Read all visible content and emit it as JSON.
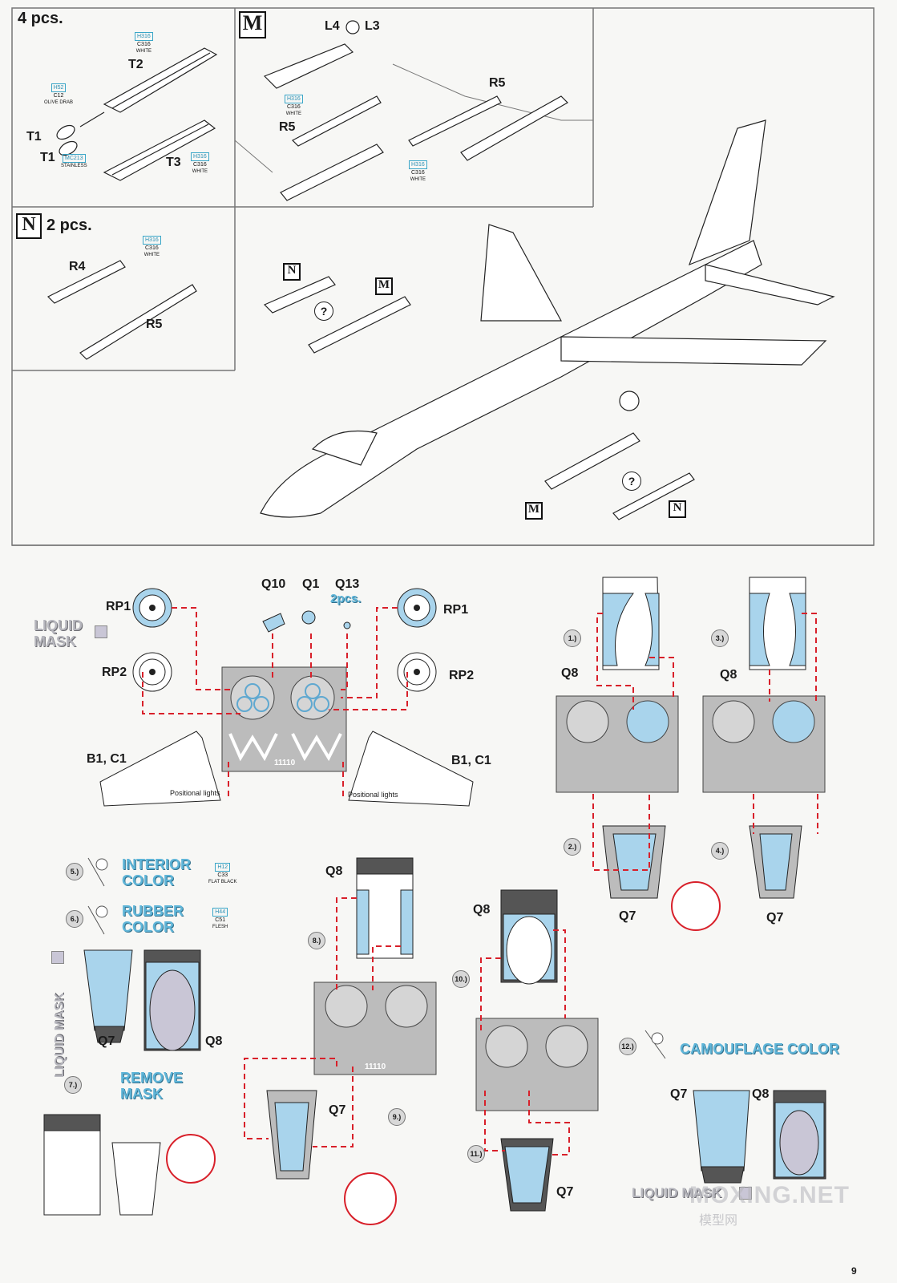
{
  "top": {
    "t_assembly": {
      "count": "4 pcs.",
      "parts": [
        "T2",
        "T1",
        "T1",
        "T3"
      ],
      "paints": [
        {
          "h": "H316",
          "c": "C316",
          "name": "WHITE"
        },
        {
          "h": "H52",
          "c": "C12",
          "name": "OLIVE DRAB"
        },
        {
          "h": "MC213",
          "c": "",
          "name": "STAINLESS"
        },
        {
          "h": "H316",
          "c": "C316",
          "name": "WHITE"
        }
      ]
    },
    "m_assembly": {
      "letter": "M",
      "parts": [
        "L4",
        "L3",
        "R5",
        "R5"
      ],
      "paints": [
        {
          "h": "H316",
          "c": "C316",
          "name": "WHITE"
        },
        {
          "h": "H316",
          "c": "C316",
          "name": "WHITE"
        }
      ]
    },
    "n_assembly": {
      "letter": "N",
      "count": "2 pcs.",
      "parts": [
        "R4",
        "R5"
      ],
      "paints": [
        {
          "h": "H316",
          "c": "C316",
          "name": "WHITE"
        }
      ]
    },
    "aircraft": {
      "labels": [
        "N",
        "M",
        "?",
        "?",
        "M",
        "N"
      ]
    }
  },
  "middle": {
    "liquid_mask": "LIQUID MASK",
    "parts": [
      "Q10",
      "Q1",
      "Q13",
      "RP1",
      "RP1",
      "RP2",
      "RP2",
      "B1, C1",
      "B1, C1"
    ],
    "q13_count": "2pcs.",
    "positional_lights": "Positional lights",
    "sheet_number": "11110"
  },
  "steps": {
    "s1": "1.)",
    "s2": "2.)",
    "s3": "3.)",
    "s4": "4.)",
    "s5": "5.)",
    "s6": "6.)",
    "s7": "7.)",
    "s8": "8.)",
    "s9": "9.)",
    "s10": "10.)",
    "s11": "11.)",
    "s12": "12.)"
  },
  "labels": {
    "q7": "Q7",
    "q8": "Q8",
    "interior": "INTERIOR COLOR",
    "interior_paint": {
      "h": "H12",
      "c": "C33",
      "name": "FLAT BLACK"
    },
    "rubber": "RUBBER COLOR",
    "rubber_paint": {
      "h": "H44",
      "c": "C51",
      "name": "FLESH"
    },
    "liquid_mask_v": "LIQUID MASK",
    "remove_mask": "REMOVE MASK",
    "camouflage": "CAMOUFLAGE COLOR",
    "liquid_mask_bottom": "LIQUID MASK"
  },
  "watermark": {
    "text": "MOXING.NET",
    "sub": "模型网"
  },
  "page_number": "9",
  "colors": {
    "mask_blue": "#a9d4ec",
    "dash_red": "#d8202a",
    "grey_part": "#bcbcbc",
    "liquid_mask": "#c9c6d6"
  }
}
